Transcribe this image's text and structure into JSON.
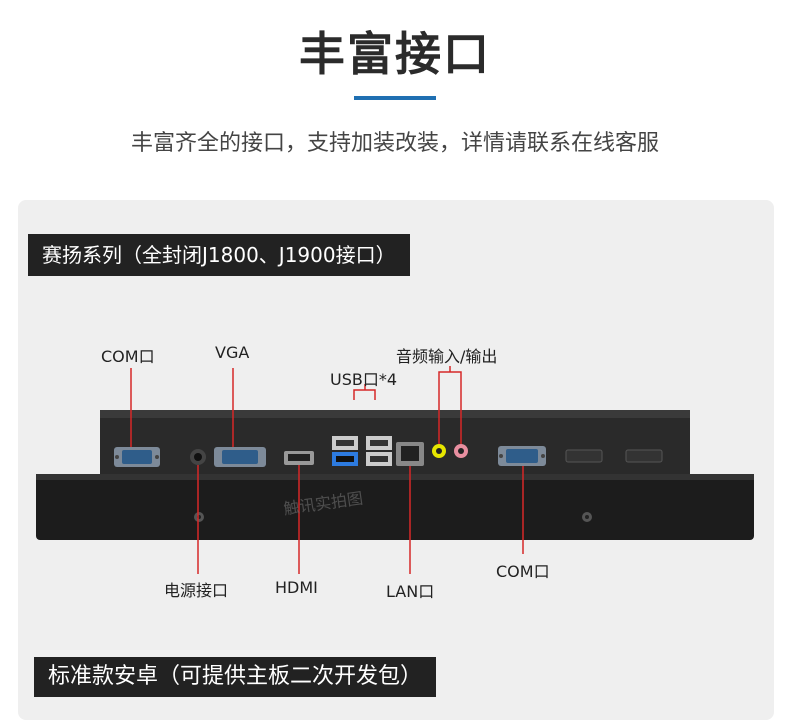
{
  "header": {
    "title": "丰富接口",
    "subtitle": "丰富齐全的接口，支持加装改装，详情请联系在线客服",
    "accent_color": "#1f6fb2"
  },
  "section_top": {
    "label": "赛扬系列（全封闭J1800、J1900接口）"
  },
  "section_bottom": {
    "label": "标准款安卓（可提供主板二次开发包）"
  },
  "ports": {
    "com_top": "COM口",
    "vga": "VGA",
    "usb": "USB口*4",
    "audio": "音频输入/输出",
    "power": "电源接口",
    "hdmi": "HDMI",
    "lan": "LAN口",
    "com_bottom": "COM口"
  },
  "watermark": "触讯实拍图",
  "colors": {
    "pointer_line": "#d62828",
    "usb_blue": "#2d7be0"
  }
}
